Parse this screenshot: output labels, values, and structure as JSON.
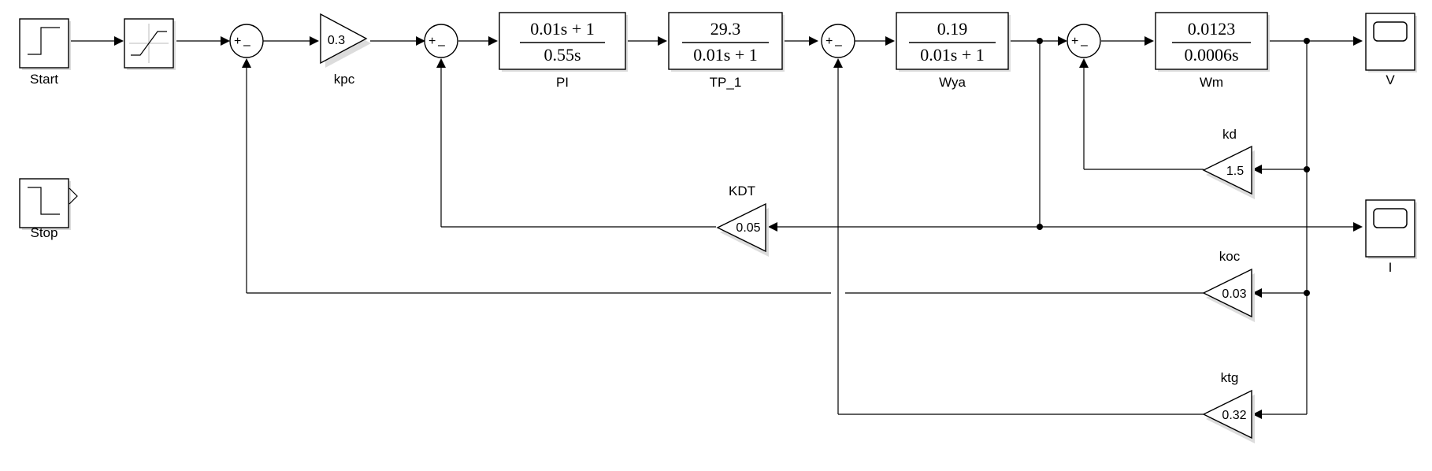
{
  "blocks": {
    "start": {
      "label": "Start"
    },
    "stop": {
      "label": "Stop"
    },
    "kpc": {
      "label": "kpc",
      "value": "0.3"
    },
    "pi": {
      "label": "PI",
      "num": "0.01s + 1",
      "den": "0.55s"
    },
    "tp1": {
      "label": "TP_1",
      "num": "29.3",
      "den": "0.01s + 1"
    },
    "wya": {
      "label": "Wya",
      "num": "0.19",
      "den": "0.01s + 1"
    },
    "wm": {
      "label": "Wm",
      "num": "0.0123",
      "den": "0.0006s"
    },
    "scope_v": {
      "label": "V"
    },
    "scope_i": {
      "label": "I"
    },
    "kd": {
      "label": "kd",
      "value": "1.5"
    },
    "kdt": {
      "label": "KDT",
      "value": "0.05"
    },
    "koc": {
      "label": "koc",
      "value": "0.03"
    },
    "ktg": {
      "label": "ktg",
      "value": "0.32"
    }
  },
  "sum_signs": {
    "plus": "+",
    "minus": "–"
  }
}
